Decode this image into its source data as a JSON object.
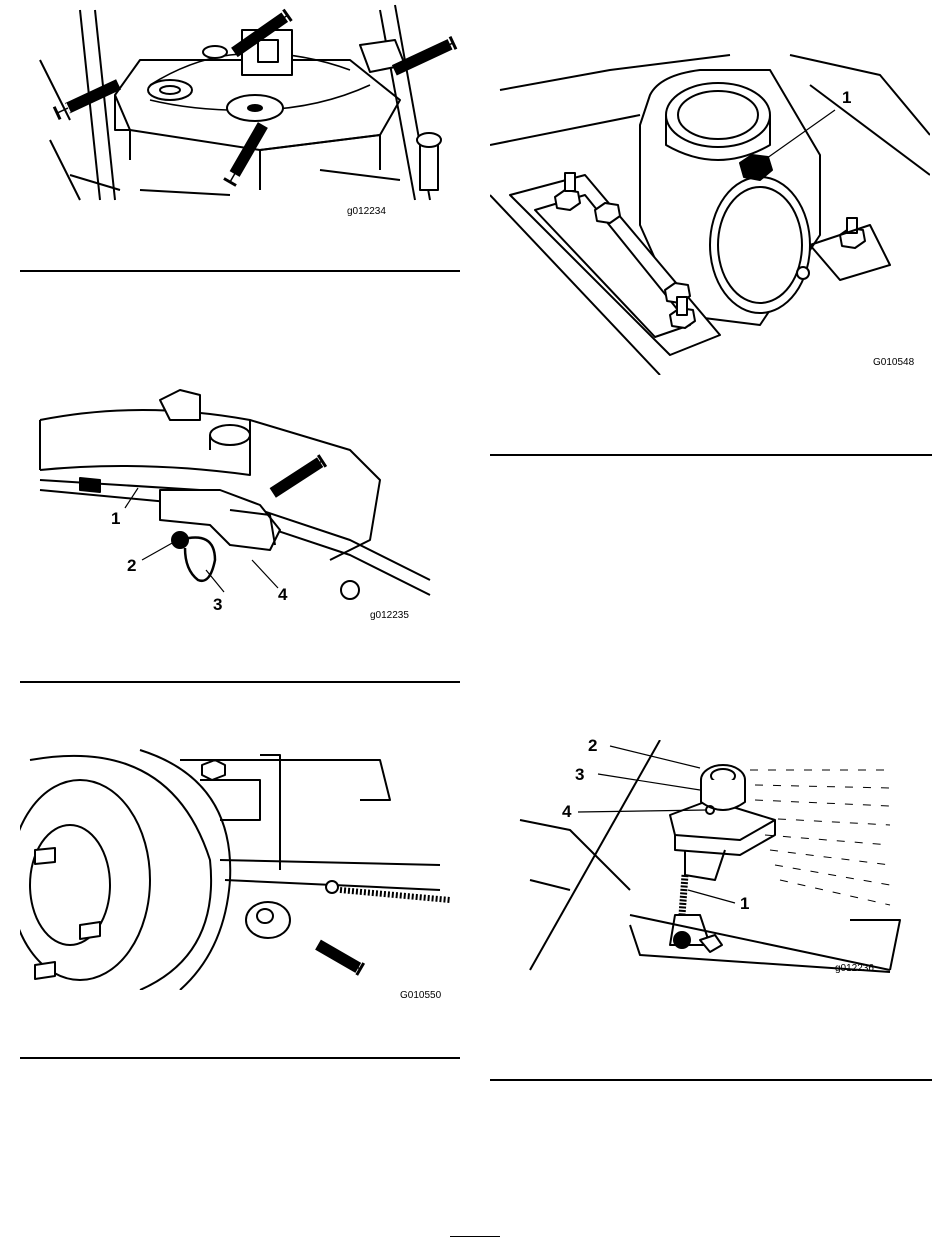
{
  "figures": {
    "fig1": {
      "code": "g012234"
    },
    "fig2": {
      "code": "g012235",
      "callouts": [
        "1",
        "2",
        "3",
        "4"
      ]
    },
    "fig3": {
      "code": "G010550"
    },
    "fig4": {
      "code": "G010548",
      "callouts": [
        "1"
      ]
    },
    "fig5": {
      "code": "g012236",
      "callouts": [
        "2",
        "3",
        "4",
        "1"
      ]
    }
  }
}
